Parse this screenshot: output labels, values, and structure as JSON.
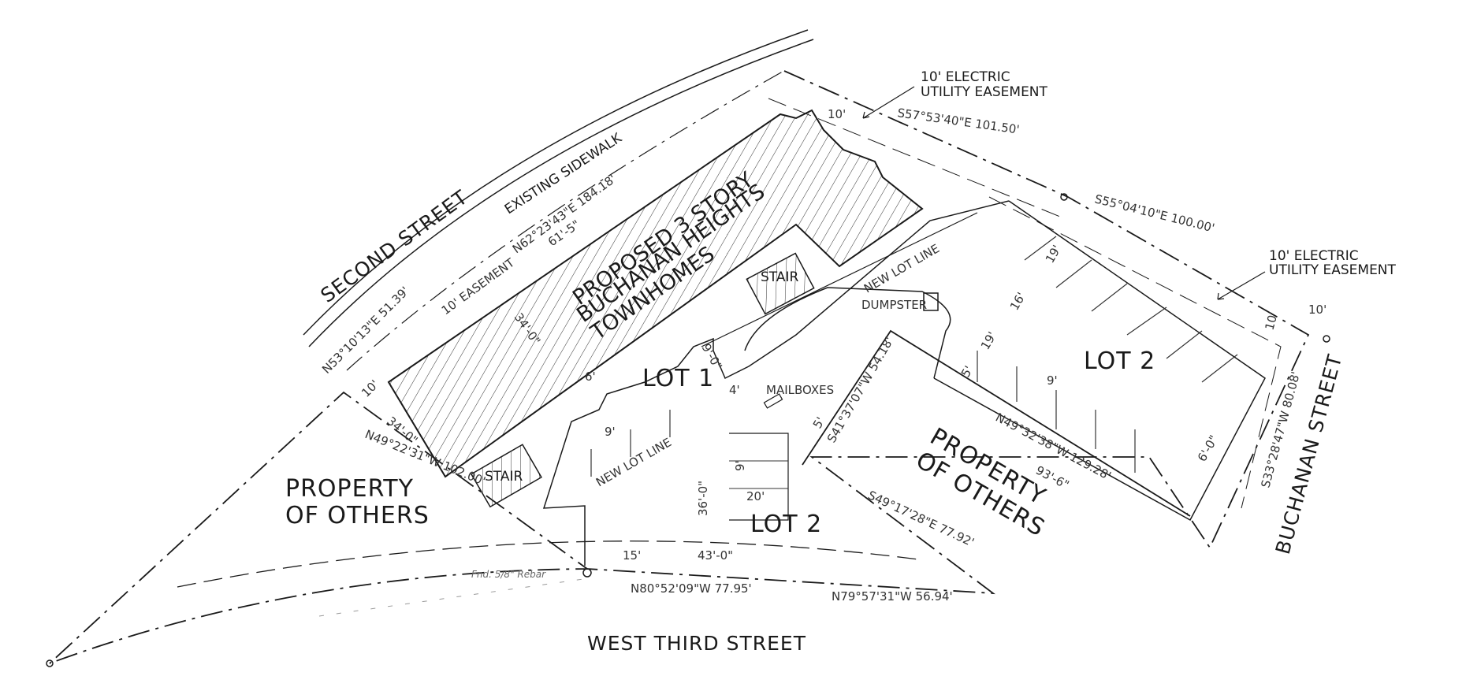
{
  "streets": {
    "second": "SECOND STREET",
    "west_third": "WEST THIRD STREET",
    "buchanan": "BUCHANAN STREET",
    "sidewalk": "EXISTING SIDEWALK"
  },
  "building": {
    "line1": "PROPOSED 3 STORY",
    "line2": "BUCHANAN HEIGHTS",
    "line3": "TOWNHOMES",
    "stair": "STAIR",
    "dim_34": "34'-0\"",
    "dim_61": "61'-5\""
  },
  "lots": {
    "lot1": "LOT 1",
    "lot2": "LOT 2"
  },
  "labels": {
    "property_others": [
      "PROPERTY",
      "OF OTHERS"
    ],
    "new_lot_line": "NEW LOT LINE",
    "dumpster": "DUMPSTER",
    "mailboxes": "MAILBOXES",
    "easement": "10' EASEMENT",
    "electric_easement": [
      "10' ELECTRIC",
      "UTILITY EASEMENT"
    ],
    "rebar": "Fnd. 5/8\" Rebar"
  },
  "bearings": {
    "b1": "S57°53'40\"E 101.50'",
    "b2": "S55°04'10\"E 100.00'",
    "b3": "S33°28'47\"W 80.08'",
    "b4": "N49°32'38\"W 129.28'",
    "b5": "S41°37'07\"W 54.18'",
    "b6": "S49°17'28\"E 77.92'",
    "b7": "N79°57'31\"W 56.94'",
    "b8": "N80°52'09\"W 77.95'",
    "b9": "N49°22'31\"W 102.00'",
    "b10": "N53°10'13\"E 51.39'",
    "b11": "N62°23'43\"E 184.18'"
  },
  "dims": {
    "d9": "9'",
    "d10": "10'",
    "d16": "16'",
    "d19": "19'",
    "d20": "20'",
    "d15": "15'",
    "d6": "6'",
    "d5": "5'",
    "d4": "4'",
    "d9_0": "9'-0\"",
    "d6_0": "6'-0\"",
    "d36_0": "36'-0\"",
    "d43_0": "43'-0\"",
    "d93_6": "93'-6\"",
    "d34_0": "34'-0\""
  }
}
